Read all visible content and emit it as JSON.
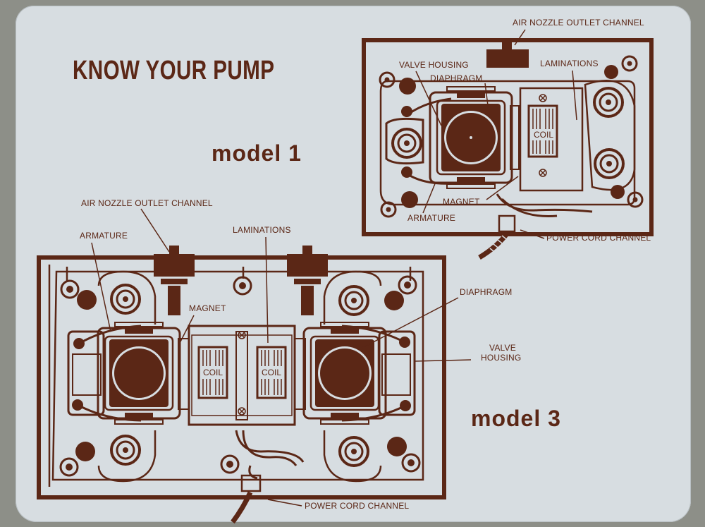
{
  "title": "KNOW YOUR PUMP",
  "model1": {
    "heading": "model 1",
    "labels": {
      "air_nozzle": "AIR NOZZLE OUTLET CHANNEL",
      "valve_housing": "VALVE HOUSING",
      "diaphragm": "DIAPHRAGM",
      "laminations": "LAMINATIONS",
      "coil": "COIL",
      "magnet": "MAGNET",
      "armature": "ARMATURE",
      "power_cord": "POWER CORD CHANNEL"
    }
  },
  "model3": {
    "heading": "model 3",
    "labels": {
      "air_nozzle": "AIR NOZZLE OUTLET CHANNEL",
      "armature": "ARMATURE",
      "laminations": "LAMINATIONS",
      "magnet": "MAGNET",
      "diaphragm": "DIAPHRAGM",
      "valve": "VALVE",
      "housing": "HOUSING",
      "coil_left": "COIL",
      "coil_right": "COIL",
      "power_cord": "POWER CORD CHANNEL"
    }
  },
  "colors": {
    "ink": "#5b2716",
    "paper": "#d7dde1",
    "background": "#8d8f88"
  }
}
